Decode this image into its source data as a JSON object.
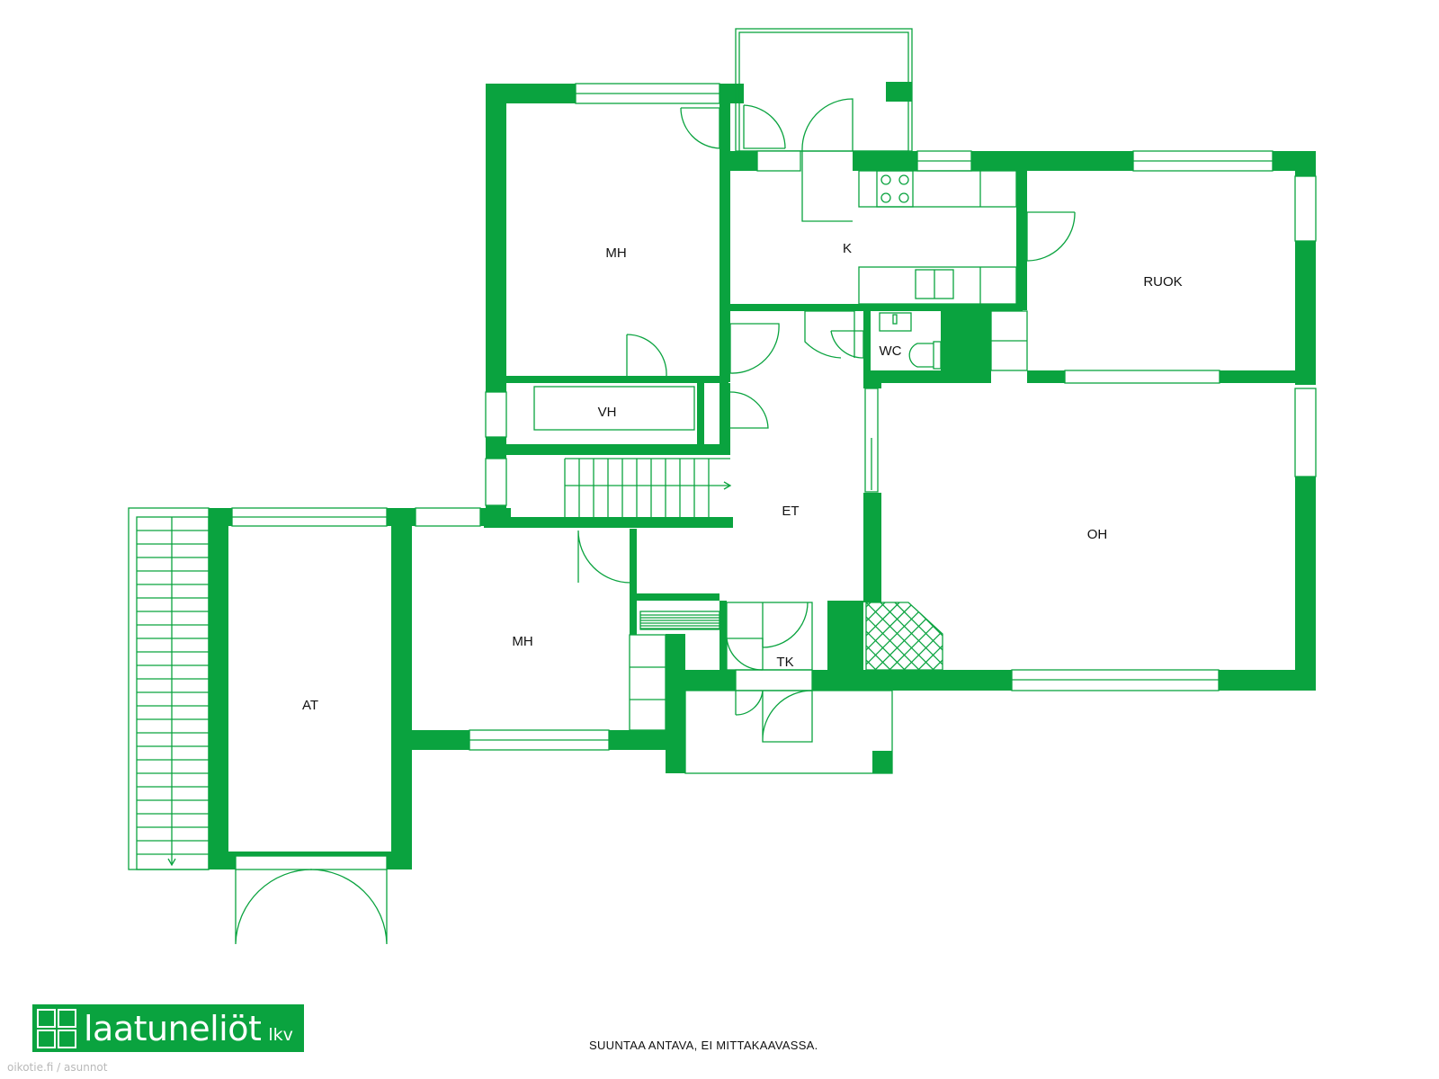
{
  "rooms": {
    "mh_upper": "MH",
    "kitchen": "K",
    "dining": "RUOK",
    "wc": "WC",
    "walk_in_closet": "VH",
    "hall": "ET",
    "living_room": "OH",
    "mh_lower": "MH",
    "technical_room": "TK",
    "garage": "AT"
  },
  "brand": {
    "name": "laatuneliöt",
    "suffix": "lkv",
    "color": "#0aa33f"
  },
  "disclaimer": "SUUNTAA ANTAVA, EI MITTAKAAVASSA.",
  "watermark": "oikotie.fi / asunnot",
  "colors": {
    "wall": "#0aa33f",
    "text": "#111111",
    "background": "#ffffff"
  }
}
